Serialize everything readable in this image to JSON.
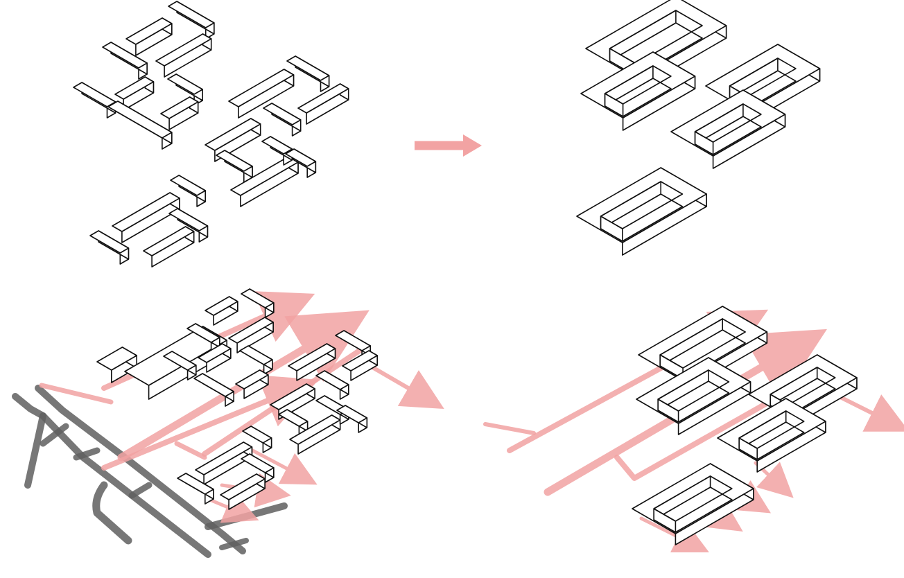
{
  "colors": {
    "background": "#ffffff",
    "line": "#111111",
    "flow_arrow": "#f2a3a3",
    "road": "#5f5f5f"
  },
  "panels": [
    {
      "name": "panel-existing-blocks",
      "description_icon": "bar-blocks-icon"
    },
    {
      "name": "panel-courtyard-rings",
      "description_icon": "courtyard-ring-icon"
    },
    {
      "name": "panel-existing-with-flows",
      "description_icon": "flow-arrow-icon"
    },
    {
      "name": "panel-rings-with-flows",
      "description_icon": "flow-arrow-icon"
    }
  ],
  "transition_arrow": {
    "icon": "right-arrow-icon"
  }
}
